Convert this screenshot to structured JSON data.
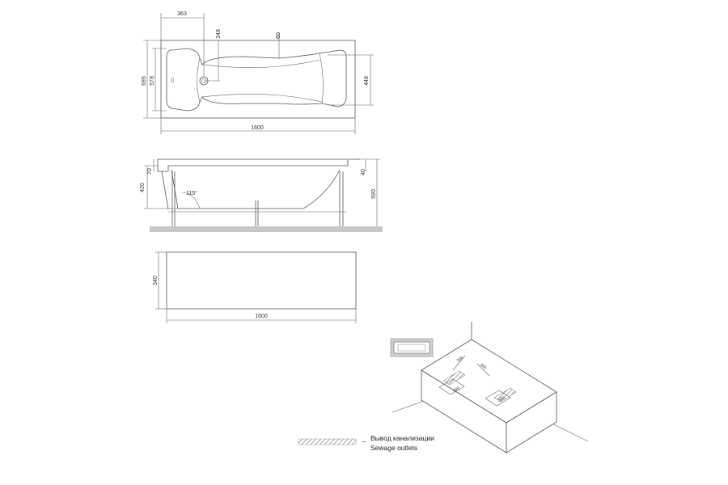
{
  "top_view": {
    "dim_drain_offset": "363",
    "dim_drain_depth": "348",
    "dim_rim": "60",
    "dim_outer_width": "695",
    "dim_inner_width": "578",
    "dim_bottom_width": "448",
    "dim_length": "1600"
  },
  "side_view": {
    "dim_rim_height": "70",
    "dim_depth": "420",
    "dim_lip": "40",
    "dim_total_height": "590",
    "angle": "115°"
  },
  "panel_view": {
    "dim_height": "540",
    "dim_length": "1600"
  },
  "installation": {
    "dim_a": "350",
    "dim_b": "300",
    "dim_c": "500",
    "dim_d": "500"
  },
  "legend": {
    "label_ru": "Вывод канализации",
    "label_en": "Sewage outlets"
  },
  "colors": {
    "line": "#555555",
    "floor": "#c8c8c8",
    "hatch": "#8a8a8a"
  }
}
